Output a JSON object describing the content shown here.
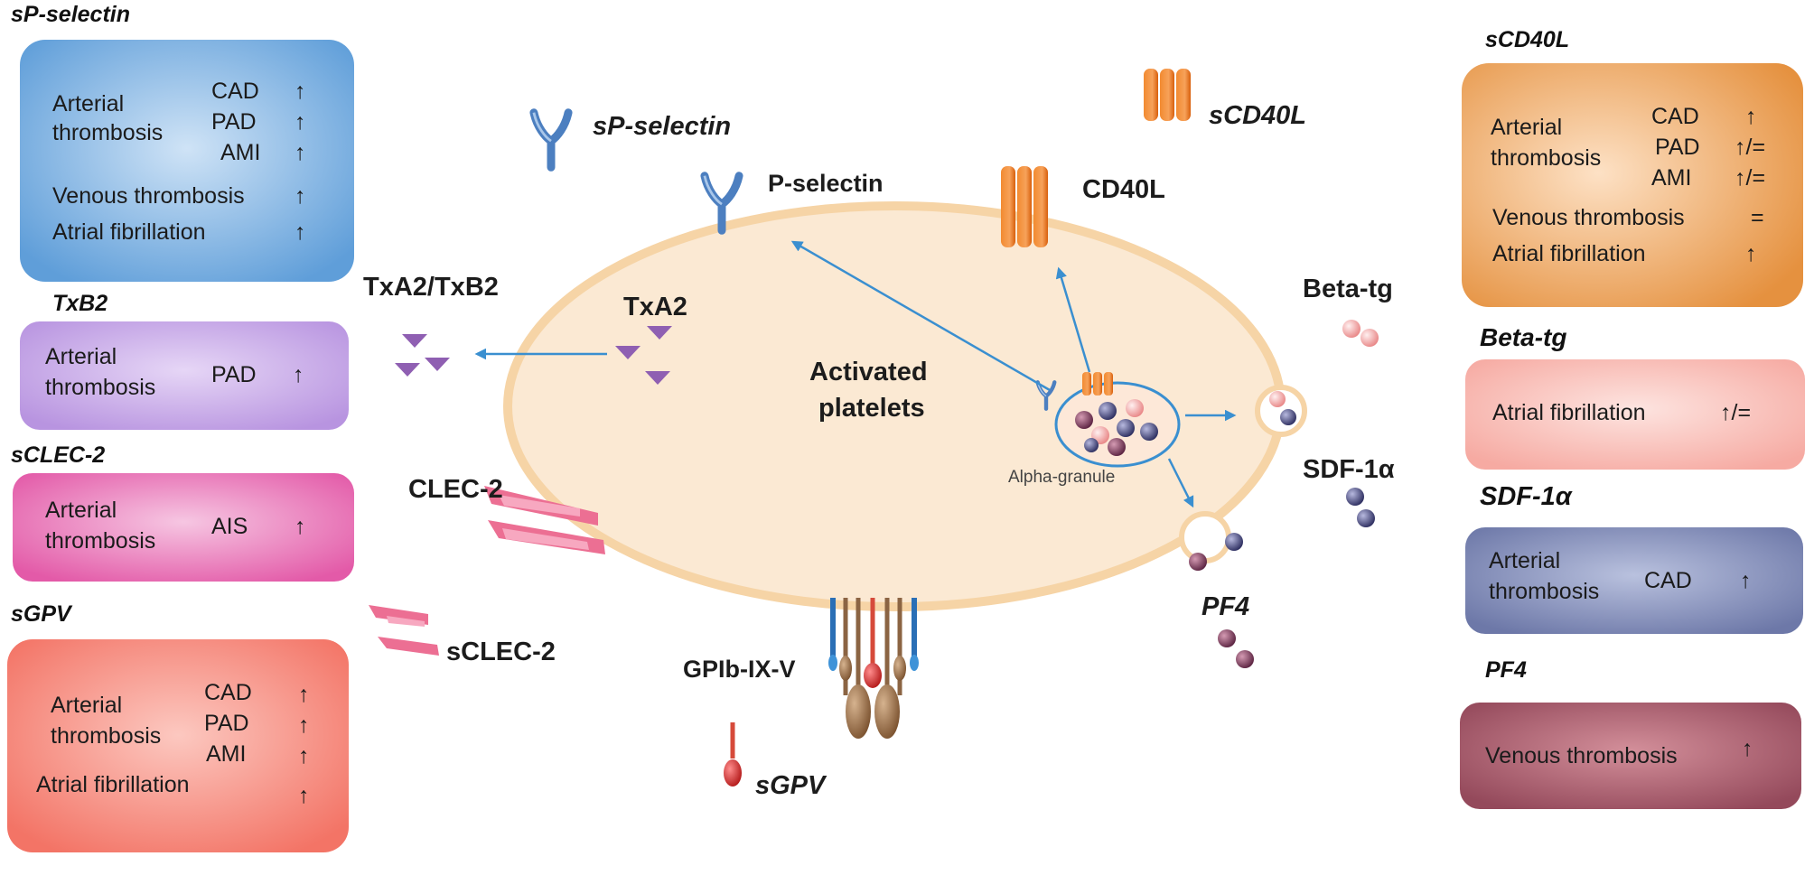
{
  "left_panels": [
    {
      "title": "sP-selectin",
      "left": [
        "Arterial",
        "thrombosis",
        "Venous thrombosis",
        "Atrial fibrillation"
      ],
      "markers": [
        "CAD",
        "PAD",
        "AMI"
      ],
      "arrows": [
        "↑",
        "↑",
        "↑",
        "↑",
        "↑"
      ]
    },
    {
      "title": "TxB2",
      "left": [
        "Arterial",
        "thrombosis"
      ],
      "markers": [
        "PAD"
      ],
      "arrows": [
        "↑"
      ]
    },
    {
      "title": "sCLEC-2",
      "left": [
        "Arterial",
        "thrombosis"
      ],
      "markers": [
        "AIS"
      ],
      "arrows": [
        "↑"
      ]
    },
    {
      "title": "sGPV",
      "left": [
        "Arterial",
        "thrombosis",
        "Atrial fibrillation"
      ],
      "markers": [
        "CAD",
        "PAD",
        "AMI"
      ],
      "arrows": [
        "↑",
        "↑",
        "↑",
        "↑"
      ]
    }
  ],
  "right_panels": [
    {
      "title": "sCD40L",
      "left": [
        "Arterial",
        "thrombosis",
        "Venous thrombosis",
        "Atrial fibrillation"
      ],
      "markers": [
        "CAD",
        "PAD",
        "AMI"
      ],
      "arrows": [
        "↑",
        "↑/=",
        "↑/=",
        "=",
        "↑"
      ]
    },
    {
      "title": "Beta-tg",
      "left": [
        "Atrial fibrillation"
      ],
      "markers": [],
      "arrows": [
        "↑/="
      ]
    },
    {
      "title": "SDF-1α",
      "left": [
        "Arterial",
        "thrombosis"
      ],
      "markers": [
        "CAD"
      ],
      "arrows": [
        "↑"
      ]
    },
    {
      "title": "PF4",
      "left": [
        "Venous thrombosis"
      ],
      "markers": [],
      "arrows": [
        "↑"
      ]
    }
  ],
  "labels": {
    "sp_selectin_soluble": "sP-selectin",
    "p_selectin": "P-selectin",
    "scd40l": "sCD40L",
    "cd40l": "CD40L",
    "txa2_txb2": "TxA2/TxB2",
    "txa2": "TxA2",
    "activated_line1": "Activated",
    "activated_line2": "platelets",
    "beta_tg": "Beta-tg",
    "alpha_granule": "Alpha-granule",
    "sdf1a": "SDF-1α",
    "clec2": "CLEC-2",
    "sclec2": "sCLEC-2",
    "pf4": "PF4",
    "gpib": "GPIb-IX-V",
    "sgpv": "sGPV"
  },
  "colors": {
    "platelet_fill": "#fbe9d3",
    "platelet_stroke": "#f6d4a6",
    "arrow": "#3a8fd0",
    "selectin": "#4c7fc0",
    "cd40l": "#f07a22",
    "txa2": "#8f5fb2",
    "clec2": "#ec6f93",
    "granule_pink": "#f3a3a3",
    "granule_navy": "#3e3f72",
    "granule_plum": "#6e3450"
  }
}
